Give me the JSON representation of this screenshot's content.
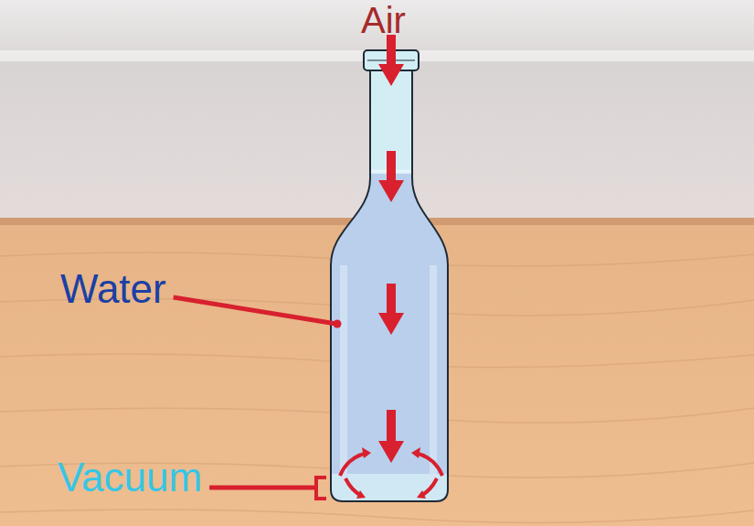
{
  "diagram": {
    "labels": [
      "Air",
      "Water",
      "Vacuum"
    ]
  }
}
